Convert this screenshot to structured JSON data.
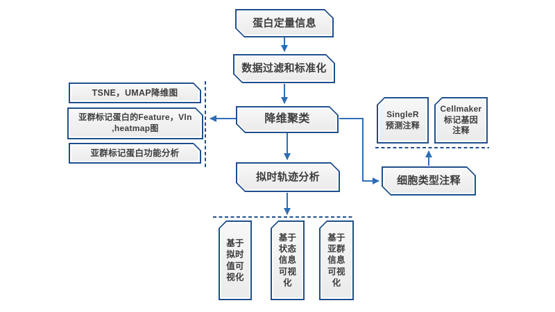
{
  "diagram": {
    "title": "single-cell-proteomics-analysis-pipeline-flowchart",
    "main_flow": {
      "protein_quant": "蛋白定量信息",
      "filter_normalize": "数据过滤和标准化",
      "dim_reduction_clustering": "降维聚类",
      "pseudotime_trajectory": "拟时轨迹分析",
      "cell_type_annotation": "细胞类型注释"
    },
    "left_outputs": [
      {
        "label": "TSNE，UMAP降维图"
      },
      {
        "label": "亚群标记蛋白的Feature，Vln\n,heatmap图"
      },
      {
        "label": "亚群标记蛋白功能分析"
      }
    ],
    "right_annotations": [
      {
        "label": "SingleR\n预测注释"
      },
      {
        "label": "Cellmaker\n标记基因\n注释"
      }
    ],
    "bottom_outputs": [
      {
        "label": "基于\n拟时\n值可\n视化"
      },
      {
        "label": "基于\n状态\n信息\n可视\n化"
      },
      {
        "label": "基于\n亚群\n信息\n可视\n化"
      }
    ],
    "colors": {
      "box_border": "#1e4e8c",
      "box_fill": "#efefef",
      "arrow": "#2e6db5",
      "dashed_line": "#1e4e8c",
      "text": "#3d3d3d",
      "background": "#ffffff"
    }
  }
}
